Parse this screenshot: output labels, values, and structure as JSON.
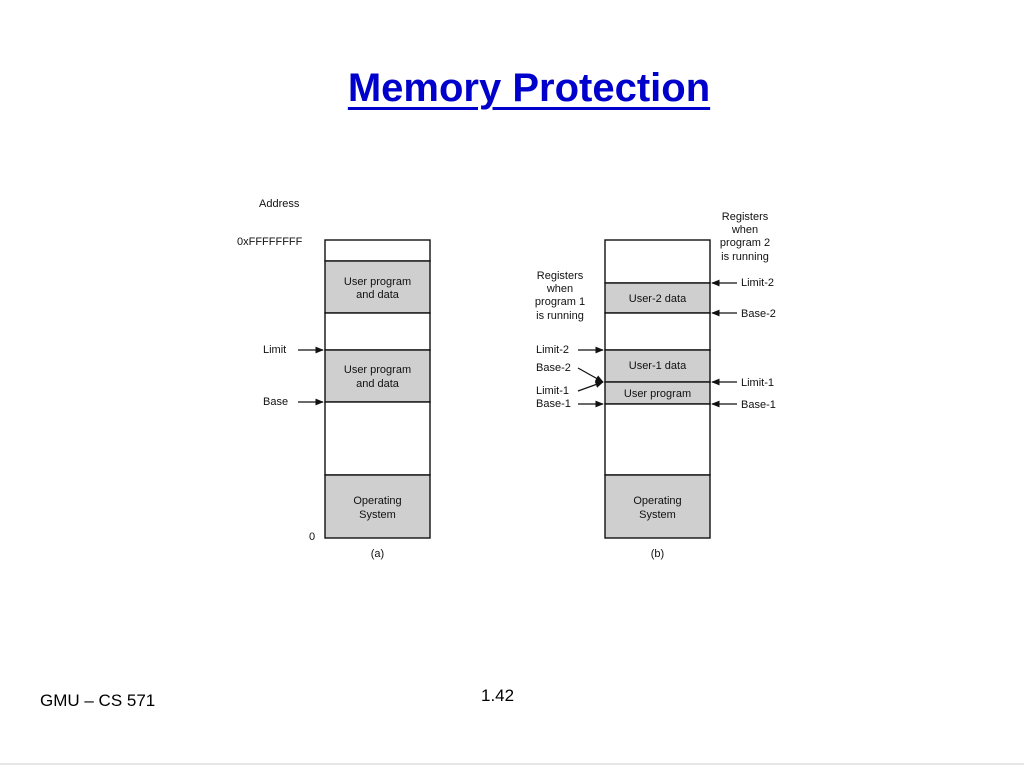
{
  "slide": {
    "title": "Memory Protection",
    "footer_left": "GMU – CS 571",
    "page_number": "1.42"
  },
  "colors": {
    "title": "#0000cc",
    "gray_fill": "#cfcfcf",
    "white_fill": "#ffffff",
    "outline": "#111111"
  },
  "figure_a": {
    "address_header": "Address",
    "top_address": "0xFFFFFFFF",
    "bottom_address": "0",
    "caption": "(a)",
    "segments": [
      {
        "label1": "",
        "label2": ""
      },
      {
        "label1": "User program",
        "label2": "and data"
      },
      {
        "label1": "",
        "label2": ""
      },
      {
        "label1": "User program",
        "label2": "and data"
      },
      {
        "label1": "",
        "label2": ""
      },
      {
        "label1": "Operating",
        "label2": "System"
      }
    ],
    "limit_label": "Limit",
    "base_label": "Base"
  },
  "figure_b": {
    "caption": "(b)",
    "segments": [
      {
        "label1": "",
        "label2": ""
      },
      {
        "label1": "User-2 data",
        "label2": ""
      },
      {
        "label1": "",
        "label2": ""
      },
      {
        "label1": "User-1 data",
        "label2": ""
      },
      {
        "label1": "User program",
        "label2": ""
      },
      {
        "label1": "",
        "label2": ""
      },
      {
        "label1": "Operating",
        "label2": "System"
      }
    ],
    "left_note": [
      "Registers",
      "when",
      "program 1",
      "is running"
    ],
    "right_note": [
      "Registers",
      "when",
      "program 2",
      "is running"
    ],
    "left_labels": {
      "limit2": "Limit-2",
      "base2": "Base-2",
      "limit1": "Limit-1",
      "base1": "Base-1"
    },
    "right_labels": {
      "limit2": "Limit-2",
      "base2": "Base-2",
      "limit1": "Limit-1",
      "base1": "Base-1"
    }
  }
}
